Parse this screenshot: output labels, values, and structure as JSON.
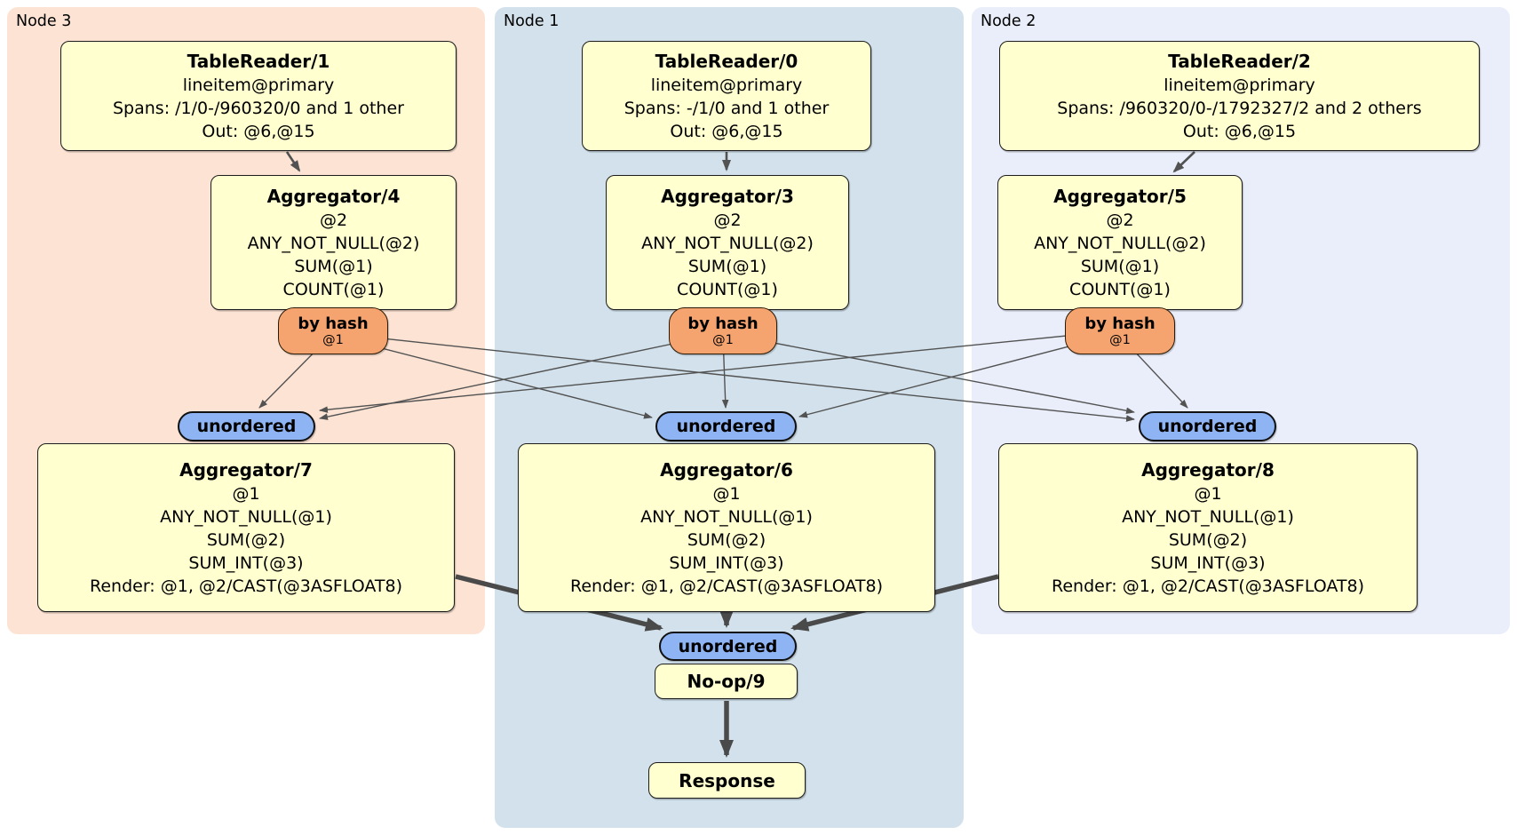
{
  "regions": [
    {
      "name": "Node 3"
    },
    {
      "name": "Node 1"
    },
    {
      "name": "Node 2"
    }
  ],
  "processors": {
    "tr1": {
      "title": "TableReader/1",
      "lines": [
        "lineitem@primary",
        "Spans: /1/0-/960320/0 and 1 other",
        "Out: @6,@15"
      ]
    },
    "tr0": {
      "title": "TableReader/0",
      "lines": [
        "lineitem@primary",
        "Spans: -/1/0 and 1 other",
        "Out: @6,@15"
      ]
    },
    "tr2": {
      "title": "TableReader/2",
      "lines": [
        "lineitem@primary",
        "Spans: /960320/0-/1792327/2 and 2 others",
        "Out: @6,@15"
      ]
    },
    "agg4": {
      "title": "Aggregator/4",
      "lines": [
        "@2",
        "ANY_NOT_NULL(@2)",
        "SUM(@1)",
        "COUNT(@1)"
      ]
    },
    "agg3": {
      "title": "Aggregator/3",
      "lines": [
        "@2",
        "ANY_NOT_NULL(@2)",
        "SUM(@1)",
        "COUNT(@1)"
      ]
    },
    "agg5": {
      "title": "Aggregator/5",
      "lines": [
        "@2",
        "ANY_NOT_NULL(@2)",
        "SUM(@1)",
        "COUNT(@1)"
      ]
    },
    "agg7": {
      "title": "Aggregator/7",
      "lines": [
        "@1",
        "ANY_NOT_NULL(@1)",
        "SUM(@2)",
        "SUM_INT(@3)",
        "Render: @1, @2/CAST(@3ASFLOAT8)"
      ]
    },
    "agg6": {
      "title": "Aggregator/6",
      "lines": [
        "@1",
        "ANY_NOT_NULL(@1)",
        "SUM(@2)",
        "SUM_INT(@3)",
        "Render: @1, @2/CAST(@3ASFLOAT8)"
      ]
    },
    "agg8": {
      "title": "Aggregator/8",
      "lines": [
        "@1",
        "ANY_NOT_NULL(@1)",
        "SUM(@2)",
        "SUM_INT(@3)",
        "Render: @1, @2/CAST(@3ASFLOAT8)"
      ]
    },
    "noop": {
      "title": "No-op/9",
      "lines": []
    },
    "resp": {
      "title": "Response",
      "lines": []
    }
  },
  "routers": [
    {
      "label": "by hash",
      "sub": "@1"
    },
    {
      "label": "by hash",
      "sub": "@1"
    },
    {
      "label": "by hash",
      "sub": "@1"
    }
  ],
  "streams": [
    "unordered",
    "unordered",
    "unordered",
    "unordered"
  ],
  "colors": {
    "node3_bg": "#fce3d4",
    "node1_bg": "#d2e1eb",
    "node2_bg": "#eaeefa",
    "box_bg": "#ffffcf",
    "router_bg": "#f6a46f",
    "stream_bg": "#8fb4f4",
    "edge": "#525252",
    "thick_edge": "#4a4a4a"
  }
}
